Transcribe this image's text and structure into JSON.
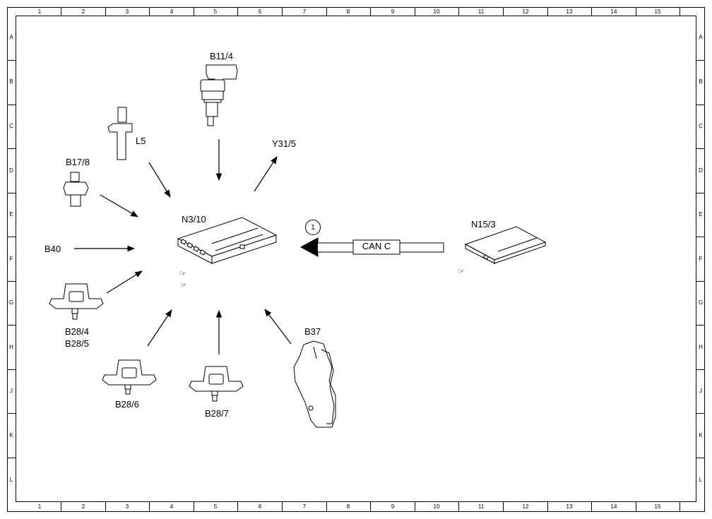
{
  "grid": {
    "columns": [
      "1",
      "2",
      "3",
      "4",
      "5",
      "6",
      "7",
      "8",
      "9",
      "10",
      "11",
      "12",
      "13",
      "14",
      "15"
    ],
    "rows": [
      "A",
      "B",
      "C",
      "D",
      "E",
      "F",
      "G",
      "H",
      "J",
      "K",
      "L"
    ]
  },
  "components": {
    "b11_4": "B11/4",
    "l5": "L5",
    "y31_5": "Y31/5",
    "b17_8": "B17/8",
    "n3_10": "N3/10",
    "n15_3": "N15/3",
    "b40": "B40",
    "b28_4": "B28/4",
    "b28_5": "B28/5",
    "b28_6": "B28/6",
    "b28_7": "B28/7",
    "b37": "B37"
  },
  "bus": {
    "label": "CAN C",
    "note_number": "1"
  },
  "notes": {
    "hand_symbol": "☞"
  }
}
